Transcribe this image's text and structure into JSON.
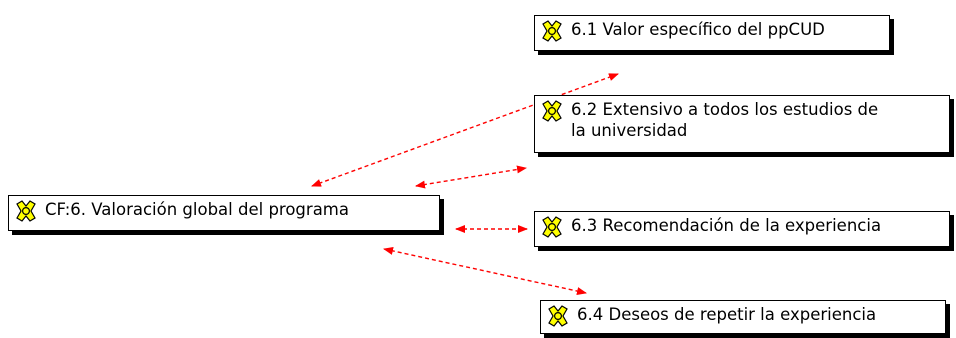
{
  "diagram": {
    "root": {
      "label": "CF:6. Valoración global del programa",
      "icon": "code-family-icon"
    },
    "children": [
      {
        "label": "6.1 Valor específico del ppCUD",
        "icon": "code-family-icon"
      },
      {
        "label": "6.2 Extensivo a todos los estudios de\nla universidad",
        "icon": "code-family-icon"
      },
      {
        "label": "6.3 Recomendación de la experiencia",
        "icon": "code-family-icon"
      },
      {
        "label": "6.4 Deseos de repetir la experiencia",
        "icon": "code-family-icon"
      }
    ],
    "link_style": {
      "color": "#ff0000",
      "dashed": true,
      "bidirectional": true
    }
  }
}
